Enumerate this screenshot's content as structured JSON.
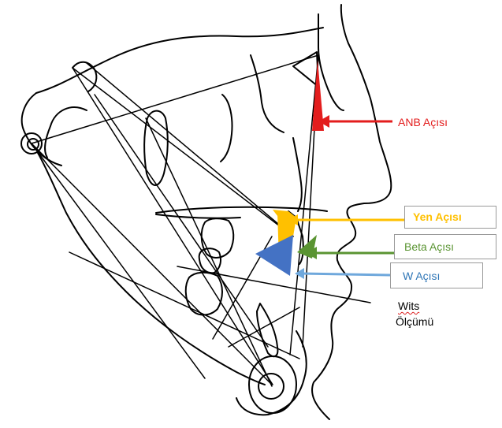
{
  "labels": {
    "anb": "ANB Açısı",
    "yen": "Yen Açısı",
    "beta": "Beta Açısı",
    "w": "W Açısı",
    "wits_line1": "Wits",
    "wits_line2": "Ölçümü"
  },
  "colors": {
    "outline": "#000000",
    "anb": "#e31d1d",
    "yen": "#ffc000",
    "beta": "#5a9432",
    "w_arrow": "#6fa8dc",
    "w_triangle": "#4472c4",
    "box_border": "#9a9a9a"
  }
}
